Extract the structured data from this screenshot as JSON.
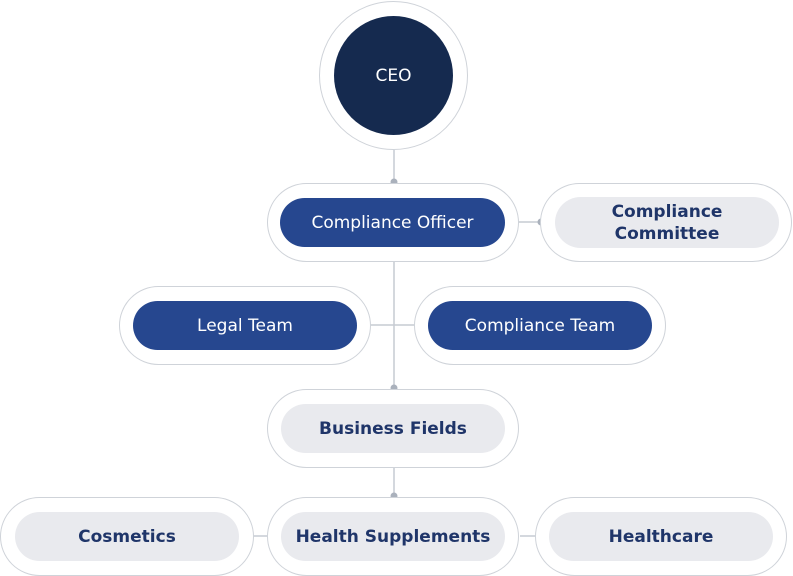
{
  "org_chart": {
    "ceo": "CEO",
    "compliance_officer": "Compliance Officer",
    "compliance_committee": "Compliance Committee",
    "legal_team": "Legal Team",
    "compliance_team": "Compliance Team",
    "business_fields": "Business Fields",
    "fields": [
      "Cosmetics",
      "Health Supplements",
      "Healthcare"
    ]
  },
  "colors": {
    "ceo": "#152a4f",
    "dark_node": "#26478f",
    "light_node": "#e9eaee",
    "light_text": "#1f3569",
    "connector": "#c6cbd2",
    "dot": "#aab1bc"
  }
}
